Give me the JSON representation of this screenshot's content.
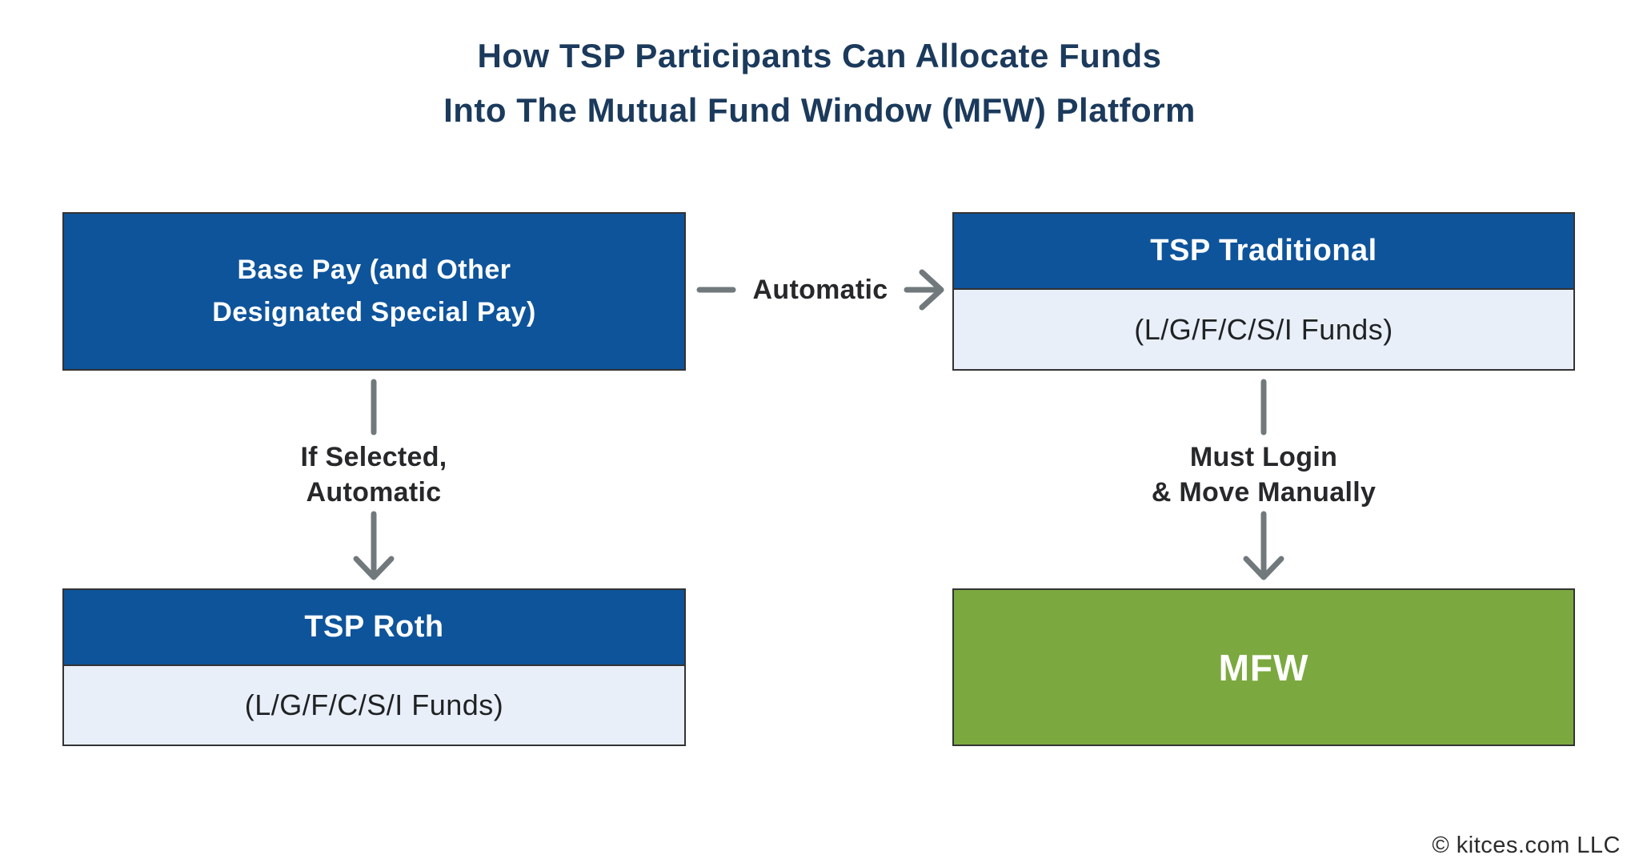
{
  "title": {
    "line1": "How TSP Participants Can Allocate Funds",
    "line2": "Into The Mutual Fund Window (MFW) Platform"
  },
  "boxes": {
    "base_pay": {
      "line1": "Base Pay (and Other",
      "line2": "Designated Special Pay)"
    },
    "tsp_traditional": {
      "header": "TSP Traditional",
      "body": "(L/G/F/C/S/I Funds)"
    },
    "tsp_roth": {
      "header": "TSP Roth",
      "body": "(L/G/F/C/S/I Funds)"
    },
    "mfw": {
      "label": "MFW"
    }
  },
  "arrows": {
    "automatic": {
      "label": "Automatic"
    },
    "if_selected": {
      "line1": "If Selected,",
      "line2": "Automatic"
    },
    "must_login": {
      "line1": "Must Login",
      "line2": "& Move Manually"
    }
  },
  "footer": {
    "copyright": "© kitces.com LLC"
  },
  "colors": {
    "title_navy": "#1B3A5C",
    "box_blue": "#0E549B",
    "light_blue": "#E9EFF9",
    "green": "#7BA93F",
    "arrow_gray": "#71797C",
    "label_dark": "#26282A",
    "border_dark": "#333333"
  }
}
